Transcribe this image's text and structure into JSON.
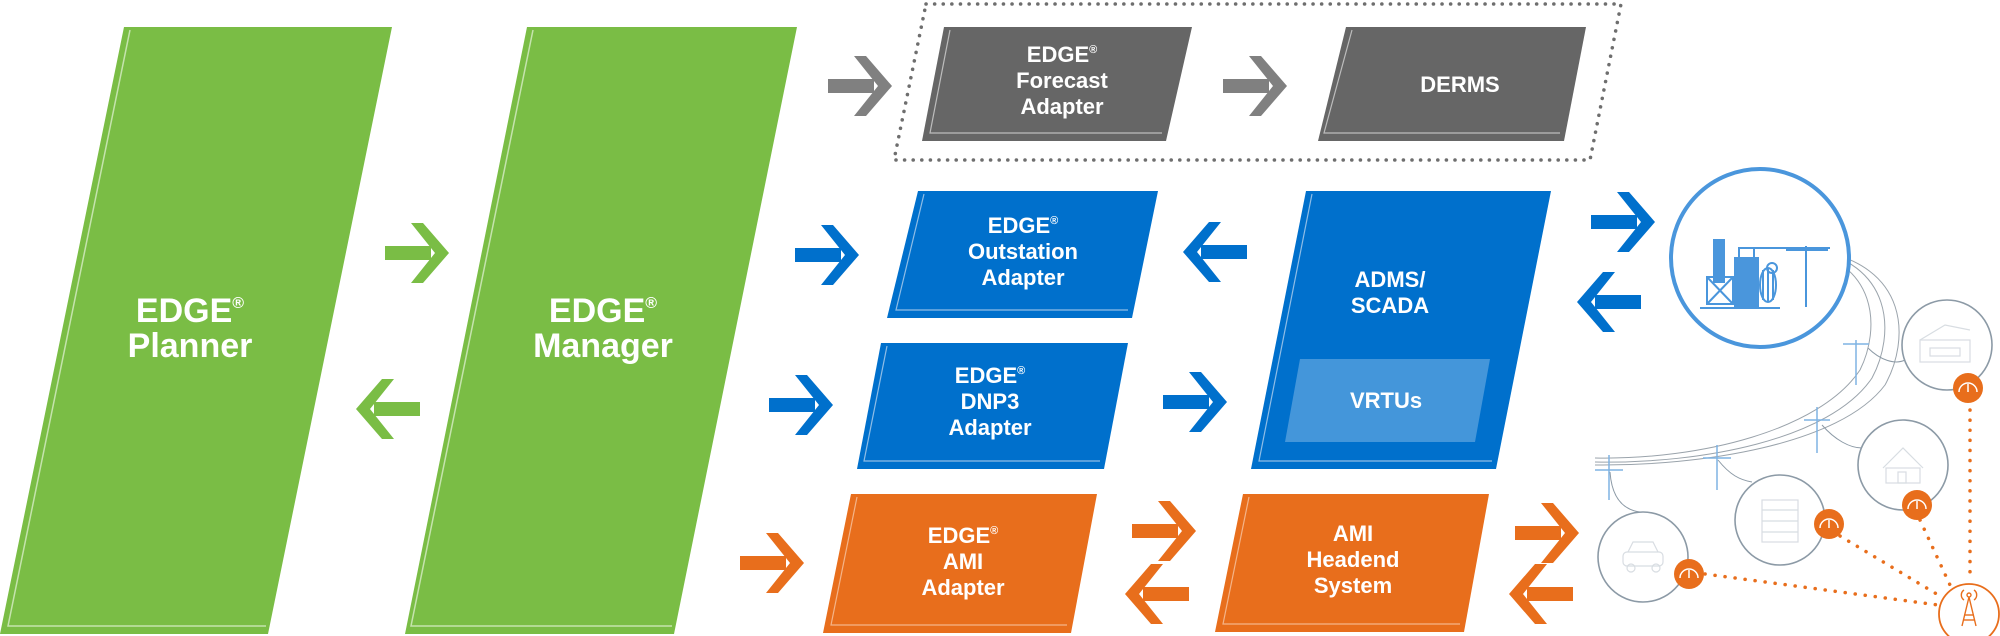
{
  "colors": {
    "green": "#7abd45",
    "gray": "#666666",
    "gray_arrow": "#808080",
    "blue": "#0070cc",
    "blue_light": "#4496da",
    "orange": "#e86e1c",
    "circle_gray": "#8c9aa6",
    "illustration_blue": "#4a96dc"
  },
  "registered_mark": "®",
  "nodes": {
    "planner": {
      "line1": "EDGE",
      "line2": "Planner"
    },
    "manager": {
      "line1": "EDGE",
      "line2": "Manager"
    },
    "forecast_adapter": {
      "line1": "EDGE",
      "line2": "Forecast",
      "line3": "Adapter"
    },
    "derms": {
      "line1": "DERMS"
    },
    "outstation_adapter": {
      "line1": "EDGE",
      "line2": "Outstation",
      "line3": "Adapter"
    },
    "dnp3_adapter": {
      "line1": "EDGE",
      "line2": "DNP3",
      "line3": "Adapter"
    },
    "adms_scada": {
      "line1": "ADMS/",
      "line2": "SCADA"
    },
    "vrtus": {
      "line1": "VRTUs"
    },
    "ami_adapter": {
      "line1": "EDGE",
      "line2": "AMI",
      "line3": "Adapter"
    },
    "ami_headend": {
      "line1": "AMI",
      "line2": "Headend",
      "line3": "System"
    }
  },
  "illustration": {
    "substation": "substation-icon",
    "premises": [
      "commercial-building-icon",
      "house-icon",
      "apartment-building-icon",
      "electric-vehicle-icon"
    ],
    "meters": "smart-meter-icon",
    "tower": "radio-tower-icon"
  }
}
